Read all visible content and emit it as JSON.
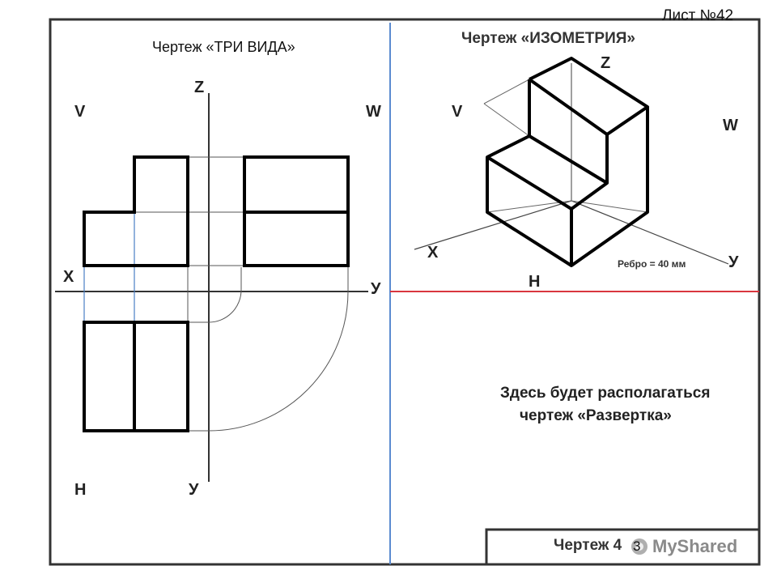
{
  "header": {
    "sheet_number": "Лист №42"
  },
  "three_views": {
    "title": "Чертеж  «ТРИ ВИДА»",
    "labels": {
      "z": "Z",
      "v": "V",
      "w": "W",
      "x": "X",
      "y_right": "У",
      "h": "Н",
      "y_bottom": "У"
    }
  },
  "isometry": {
    "title": "Чертеж «ИЗОМЕТРИЯ»",
    "labels": {
      "z": "Z",
      "v": "V",
      "w": "W",
      "x": "X",
      "y": "У",
      "h": "Н"
    },
    "edge_note": "Ребро = 40 мм"
  },
  "development": {
    "placeholder_line1": "Здесь будет располагаться",
    "placeholder_line2": "чертеж «Развертка»"
  },
  "stamp": {
    "title": "Чертеж  4",
    "slide_number": "3"
  },
  "watermark": {
    "text": "MyShared"
  },
  "colors": {
    "frame": "#333333",
    "divider_vertical": "#5b8bd0",
    "divider_horizontal": "#d9363e",
    "construction_blue": "#4a7fc4"
  }
}
